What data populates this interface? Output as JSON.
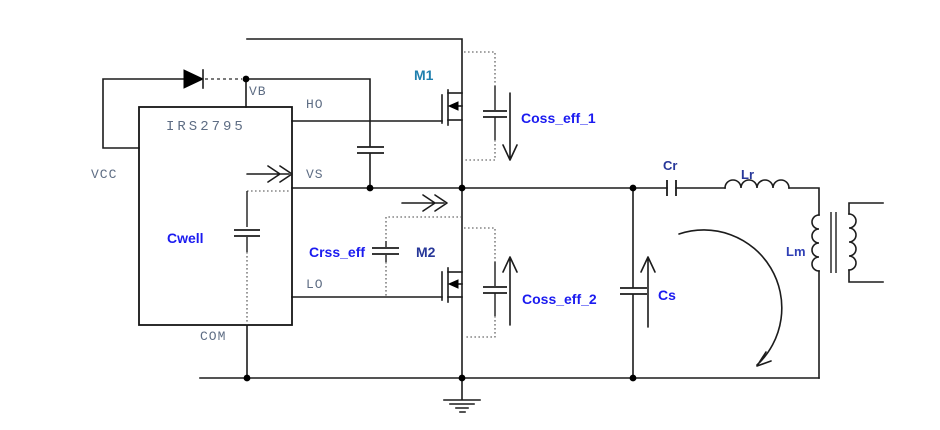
{
  "schematic": {
    "ic": {
      "part": "IRS2795",
      "pin_vb": "VB",
      "pin_ho": "HO",
      "pin_vs": "VS",
      "pin_lo": "LO",
      "pin_com": "COM",
      "pin_vcc": "VCC",
      "internal_capacitor": "Cwell"
    },
    "labels": {
      "m1": "M1",
      "m2": "M2",
      "coss_eff_1": "Coss_eff_1",
      "coss_eff_2": "Coss_eff_2",
      "crss_eff": "Crss_eff",
      "cr": "Cr",
      "lr": "Lr",
      "lm": "Lm",
      "cs": "Cs"
    },
    "colors": {
      "wire": "#1c1c1c",
      "pin_text": "#5e6d84",
      "capacitor_label": "#1b1bf0",
      "m1_label": "#1f7fae",
      "m2_label": "#273799",
      "resonant_label": "#273799",
      "lm_label": "#2f3fb5"
    }
  }
}
